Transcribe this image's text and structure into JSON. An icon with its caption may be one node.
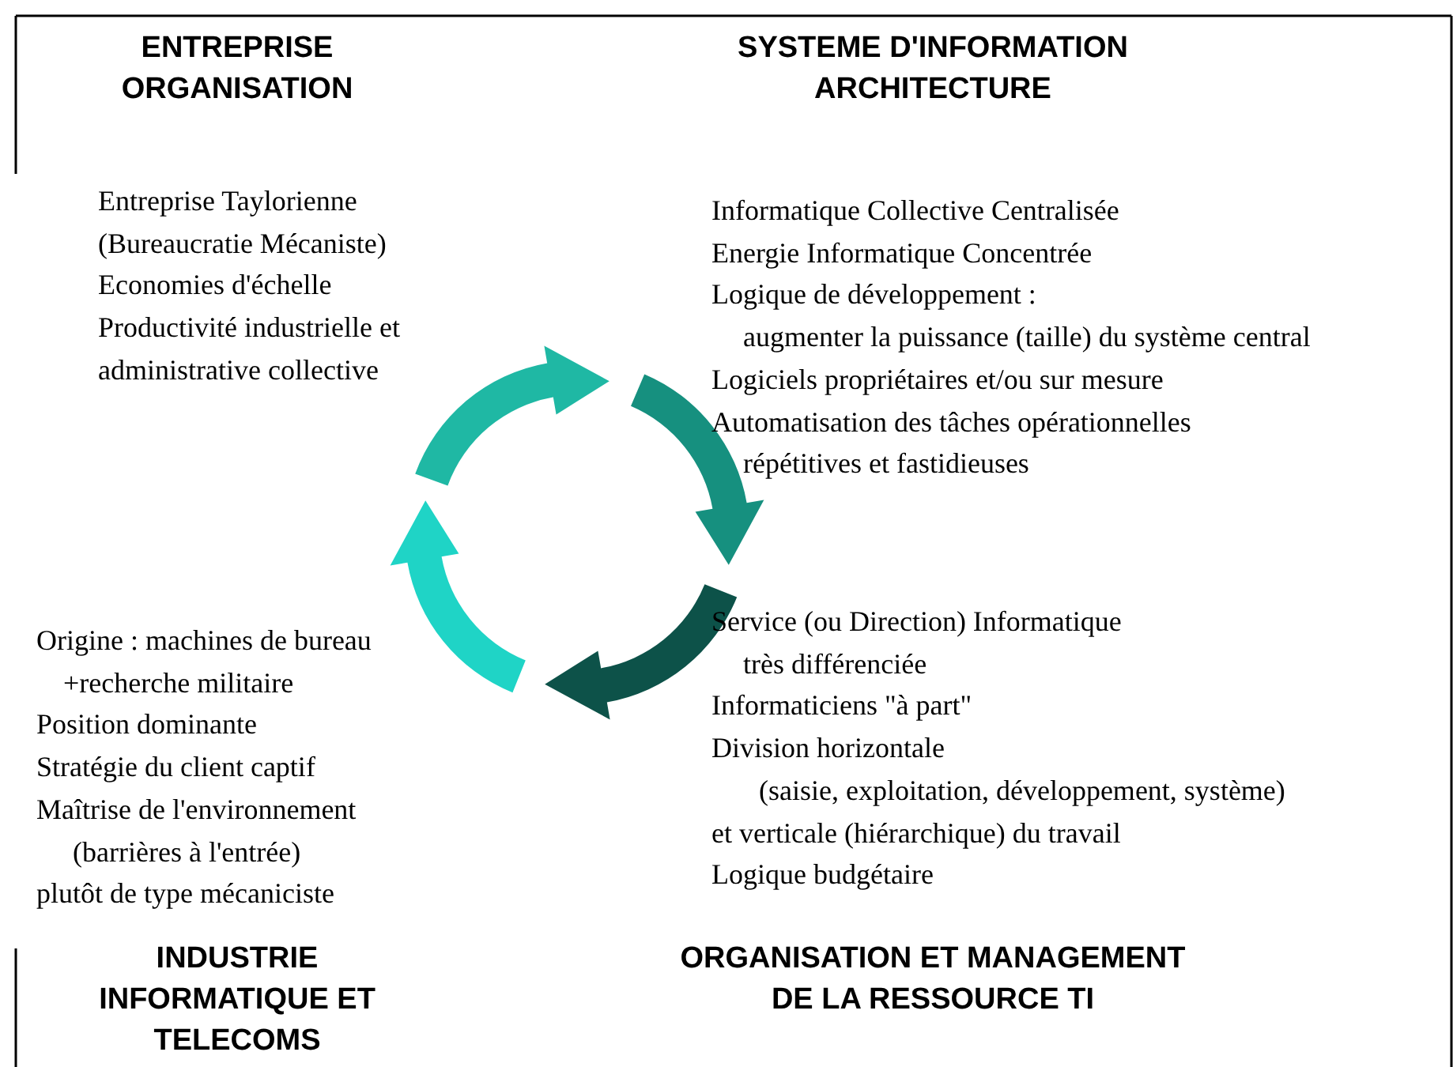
{
  "diagram": {
    "labels": [
      "ENTREPRISE ORGANISATION",
      "SYSTEME D'INFORMATION ARCHITECTURE",
      "Entreprise Taylorienne",
      "(Bureaucratie Mécaniste)",
      "Economies d'échelle",
      "Productivité industrielle et",
      "administrative collective",
      "Informatique Collective Centralisée",
      "Energie Informatique Concentrée",
      "Logique de développement :",
      "augmenter la puissance (taille) du système central",
      "Logiciels propriétaires et/ou sur mesure",
      "Automatisation des tâches opérationnelles",
      "répétitives et fastidieuses",
      "Origine : machines de bureau",
      "+recherche militaire",
      "Position dominante",
      "Stratégie du client captif",
      "Maîtrise de l'environnement",
      "(barrières à l'entrée)",
      "plutôt de type mécaniciste",
      "Service (ou Direction) Informatique",
      "très différenciée",
      "Informaticiens \"à part\"",
      "Division horizontale",
      "(saisie, exploitation, développement, système)",
      "et verticale (hiérarchique) du travail",
      "Logique budgétaire",
      "INDUSTRIE INFORMATIQUE ET TELECOMS",
      "ORGANISATION ET MANAGEMENT DE LA RESSOURCE TI"
    ]
  }
}
